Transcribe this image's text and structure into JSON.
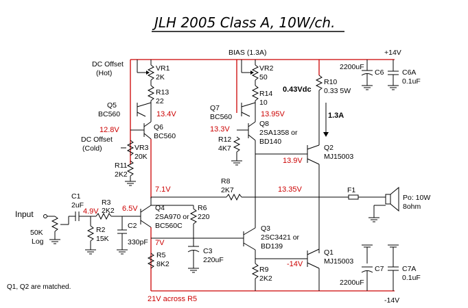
{
  "title": "JLH 2005 Class A, 10W/ch.",
  "labels": {
    "bias": "BIAS (1.3A)",
    "vplus": "+14V",
    "vminus": "-14V",
    "dc_offset_hot": "DC Offset",
    "dc_offset_hot2": "(Hot)",
    "dc_offset_cold": "DC Offset",
    "dc_offset_cold2": "(Cold)",
    "input": "Input",
    "log1": "50K",
    "log2": "Log",
    "matched": "Q1, Q2 are matched.",
    "across_r5": "21V across R5",
    "vdc": "0.43Vdc",
    "i13": "1.3A",
    "po1": "Po: 10W",
    "po2": "8ohm",
    "f1": "F1"
  },
  "components": {
    "vr1": "VR1",
    "vr1v": "2K",
    "r13": "R13",
    "r13v": "22",
    "q5": "Q5",
    "q5v": "BC560",
    "q6": "Q6",
    "q6v": "BC560",
    "vr3": "VR3",
    "vr3v": "20K",
    "r11": "R11",
    "r11v": "2K2",
    "vr2": "VR2",
    "vr2v": "50",
    "r14": "R14",
    "r14v": "10",
    "q7": "Q7",
    "q7v": "BC560",
    "q8": "Q8",
    "q8v1": "2SA1358 or",
    "q8v2": "BD140",
    "r12": "R12",
    "r12v": "4K7",
    "r10": "R10",
    "r10v": "0.33 5W",
    "c6": "C6",
    "c6v": "2200uF",
    "c6a": "C6A",
    "c6av": "0.1uF",
    "q2": "Q2",
    "q2v": "MJ15003",
    "r8": "R8",
    "r8v": "2K7",
    "c1": "C1",
    "c1v": "2uF",
    "r3": "R3",
    "r3v": "2K2",
    "r2": "R2",
    "r2v": "15K",
    "c2": "C2",
    "c2v": "330pF",
    "q4": "Q4",
    "q4v1": "2SA970 or",
    "q4v2": "BC560C",
    "r6": "R6",
    "r6v": "220",
    "r5": "R5",
    "r5v": "8K2",
    "c3": "C3",
    "c3v": "220uF",
    "q3": "Q3",
    "q3v1": "2SC3421 or",
    "q3v2": "BD139",
    "r9": "R9",
    "r9v": "2K2",
    "q1": "Q1",
    "q1v": "MJ15003",
    "c7": "C7",
    "c7v": "2200uF",
    "c7a": "C7A",
    "c7av": "0.1uF"
  },
  "voltages": {
    "v134": "13.4V",
    "v128": "12.8V",
    "v1395": "13.95V",
    "v133": "13.3V",
    "v139": "13.9V",
    "v71": "7.1V",
    "v1335": "13.35V",
    "v49": "4.9V",
    "v65": "6.5V",
    "v7": "7V",
    "vm14": "-14V"
  }
}
